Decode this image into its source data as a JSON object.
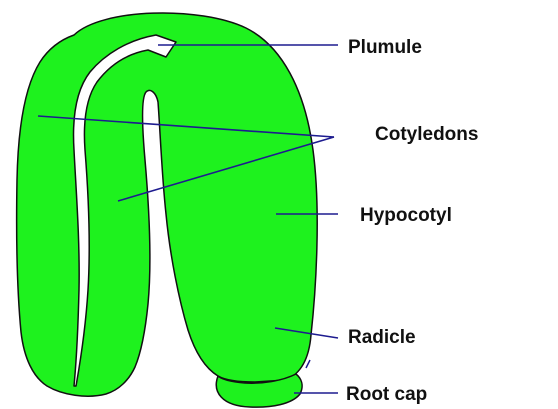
{
  "colors": {
    "tissue": "#1ef21e",
    "outline": "#111111",
    "leader": "#1d1b8f",
    "gap": "#ffffff"
  },
  "labels": {
    "plumule": "Plumule",
    "cotyledons": "Cotyledons",
    "hypocotyl": "Hypocotyl",
    "radicle": "Radicle",
    "root_cap": "Root cap"
  }
}
